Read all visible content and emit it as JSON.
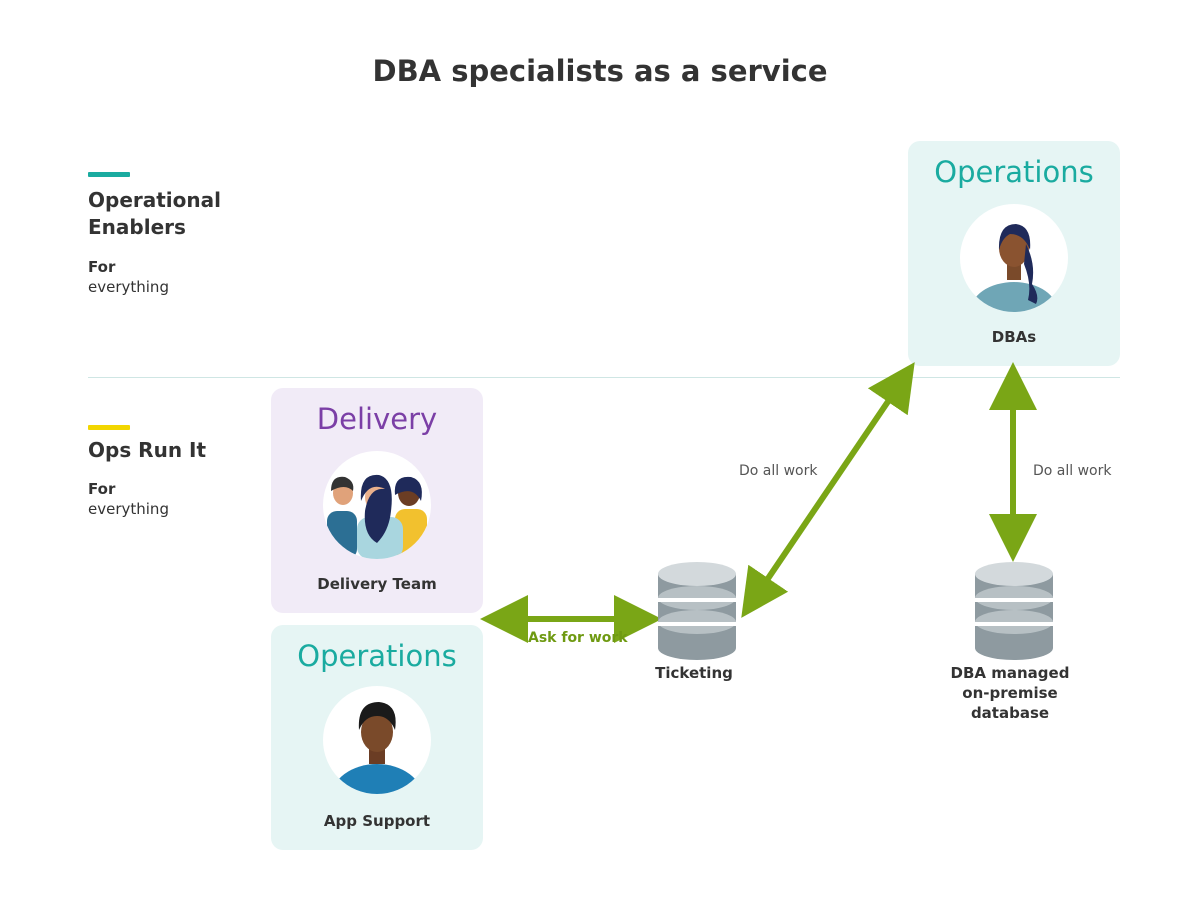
{
  "title": "DBA specialists as a service",
  "colors": {
    "lane_enablers": "#1aaba0",
    "lane_ops": "#f2d600",
    "delivery_card": "#f1ebf7",
    "delivery_head": "#7b3fa6",
    "ops_card": "#e6f5f4",
    "ops_head": "#1aaba0",
    "arrow": "#7aa616"
  },
  "lanes": [
    {
      "title_line1": "Operational",
      "title_line2": "Enablers",
      "for": "For",
      "scope": "everything"
    },
    {
      "title_line1": "Ops Run It",
      "for": "For",
      "scope": "everything"
    }
  ],
  "cards": {
    "ops_dbas": {
      "heading": "Operations",
      "role": "DBAs",
      "icon": "dba-person-icon"
    },
    "delivery": {
      "heading": "Delivery",
      "role": "Delivery Team",
      "icon": "team-icon"
    },
    "ops_app": {
      "heading": "Operations",
      "role": "App Support",
      "icon": "app-support-person-icon"
    }
  },
  "databases": {
    "ticketing": {
      "label": "Ticketing",
      "icon": "database-icon"
    },
    "onprem": {
      "line1": "DBA managed",
      "line2": "on-premise",
      "line3": "database",
      "icon": "database-icon"
    }
  },
  "edges": {
    "ask": "Ask for work",
    "do_left": "Do all work",
    "do_right": "Do all work"
  }
}
